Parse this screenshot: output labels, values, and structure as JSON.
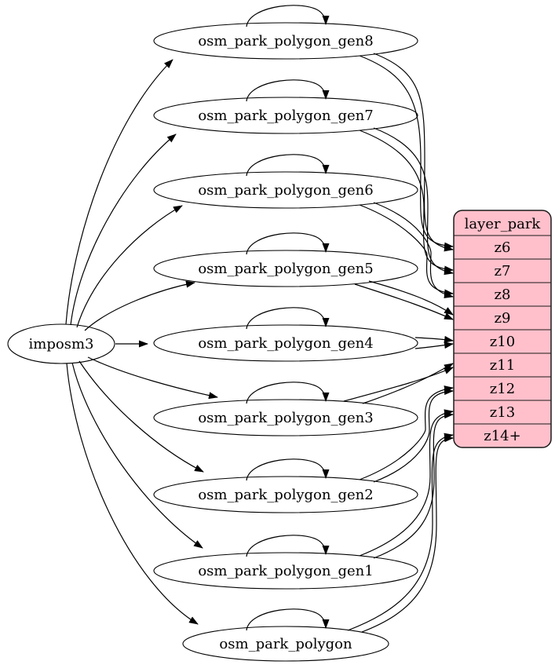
{
  "diagram": {
    "background": "#ffffff",
    "source": {
      "label": "imposm3"
    },
    "tables": [
      {
        "label": "osm_park_polygon_gen8",
        "zoom": "z6"
      },
      {
        "label": "osm_park_polygon_gen7",
        "zoom": "z7"
      },
      {
        "label": "osm_park_polygon_gen6",
        "zoom": "z8"
      },
      {
        "label": "osm_park_polygon_gen5",
        "zoom": "z9"
      },
      {
        "label": "osm_park_polygon_gen4",
        "zoom": "z10"
      },
      {
        "label": "osm_park_polygon_gen3",
        "zoom": "z11"
      },
      {
        "label": "osm_park_polygon_gen2",
        "zoom": "z12"
      },
      {
        "label": "osm_park_polygon_gen1",
        "zoom": "z13"
      },
      {
        "label": "osm_park_polygon",
        "zoom": "z14+"
      }
    ],
    "layer": {
      "title": "layer_park",
      "rows": [
        "z6",
        "z7",
        "z8",
        "z9",
        "z10",
        "z11",
        "z12",
        "z13",
        "z14+"
      ],
      "fill": "#ffc0cb",
      "stroke": "#1a1a1a"
    },
    "edges": {
      "edge_color": "#000000",
      "from_source_to": [
        "osm_park_polygon_gen8",
        "osm_park_polygon_gen7",
        "osm_park_polygon_gen6",
        "osm_park_polygon_gen5",
        "osm_park_polygon_gen4",
        "osm_park_polygon_gen3",
        "osm_park_polygon_gen2",
        "osm_park_polygon_gen1",
        "osm_park_polygon"
      ],
      "self_loops_on": [
        "osm_park_polygon_gen8",
        "osm_park_polygon_gen7",
        "osm_park_polygon_gen6",
        "osm_park_polygon_gen5",
        "osm_park_polygon_gen4",
        "osm_park_polygon_gen3",
        "osm_park_polygon_gen2",
        "osm_park_polygon_gen1",
        "osm_park_polygon"
      ],
      "table_to_zoom": [
        {
          "from": "osm_park_polygon_gen8",
          "to": "z6",
          "lines": 2
        },
        {
          "from": "osm_park_polygon_gen7",
          "to": "z7",
          "lines": 2
        },
        {
          "from": "osm_park_polygon_gen6",
          "to": "z8",
          "lines": 2
        },
        {
          "from": "osm_park_polygon_gen5",
          "to": "z9",
          "lines": 2
        },
        {
          "from": "osm_park_polygon_gen4",
          "to": "z10",
          "lines": 2
        },
        {
          "from": "osm_park_polygon_gen3",
          "to": "z11",
          "lines": 2
        },
        {
          "from": "osm_park_polygon_gen2",
          "to": "z12",
          "lines": 2
        },
        {
          "from": "osm_park_polygon_gen1",
          "to": "z13",
          "lines": 2
        },
        {
          "from": "osm_park_polygon",
          "to": "z14+",
          "lines": 2
        }
      ]
    }
  }
}
